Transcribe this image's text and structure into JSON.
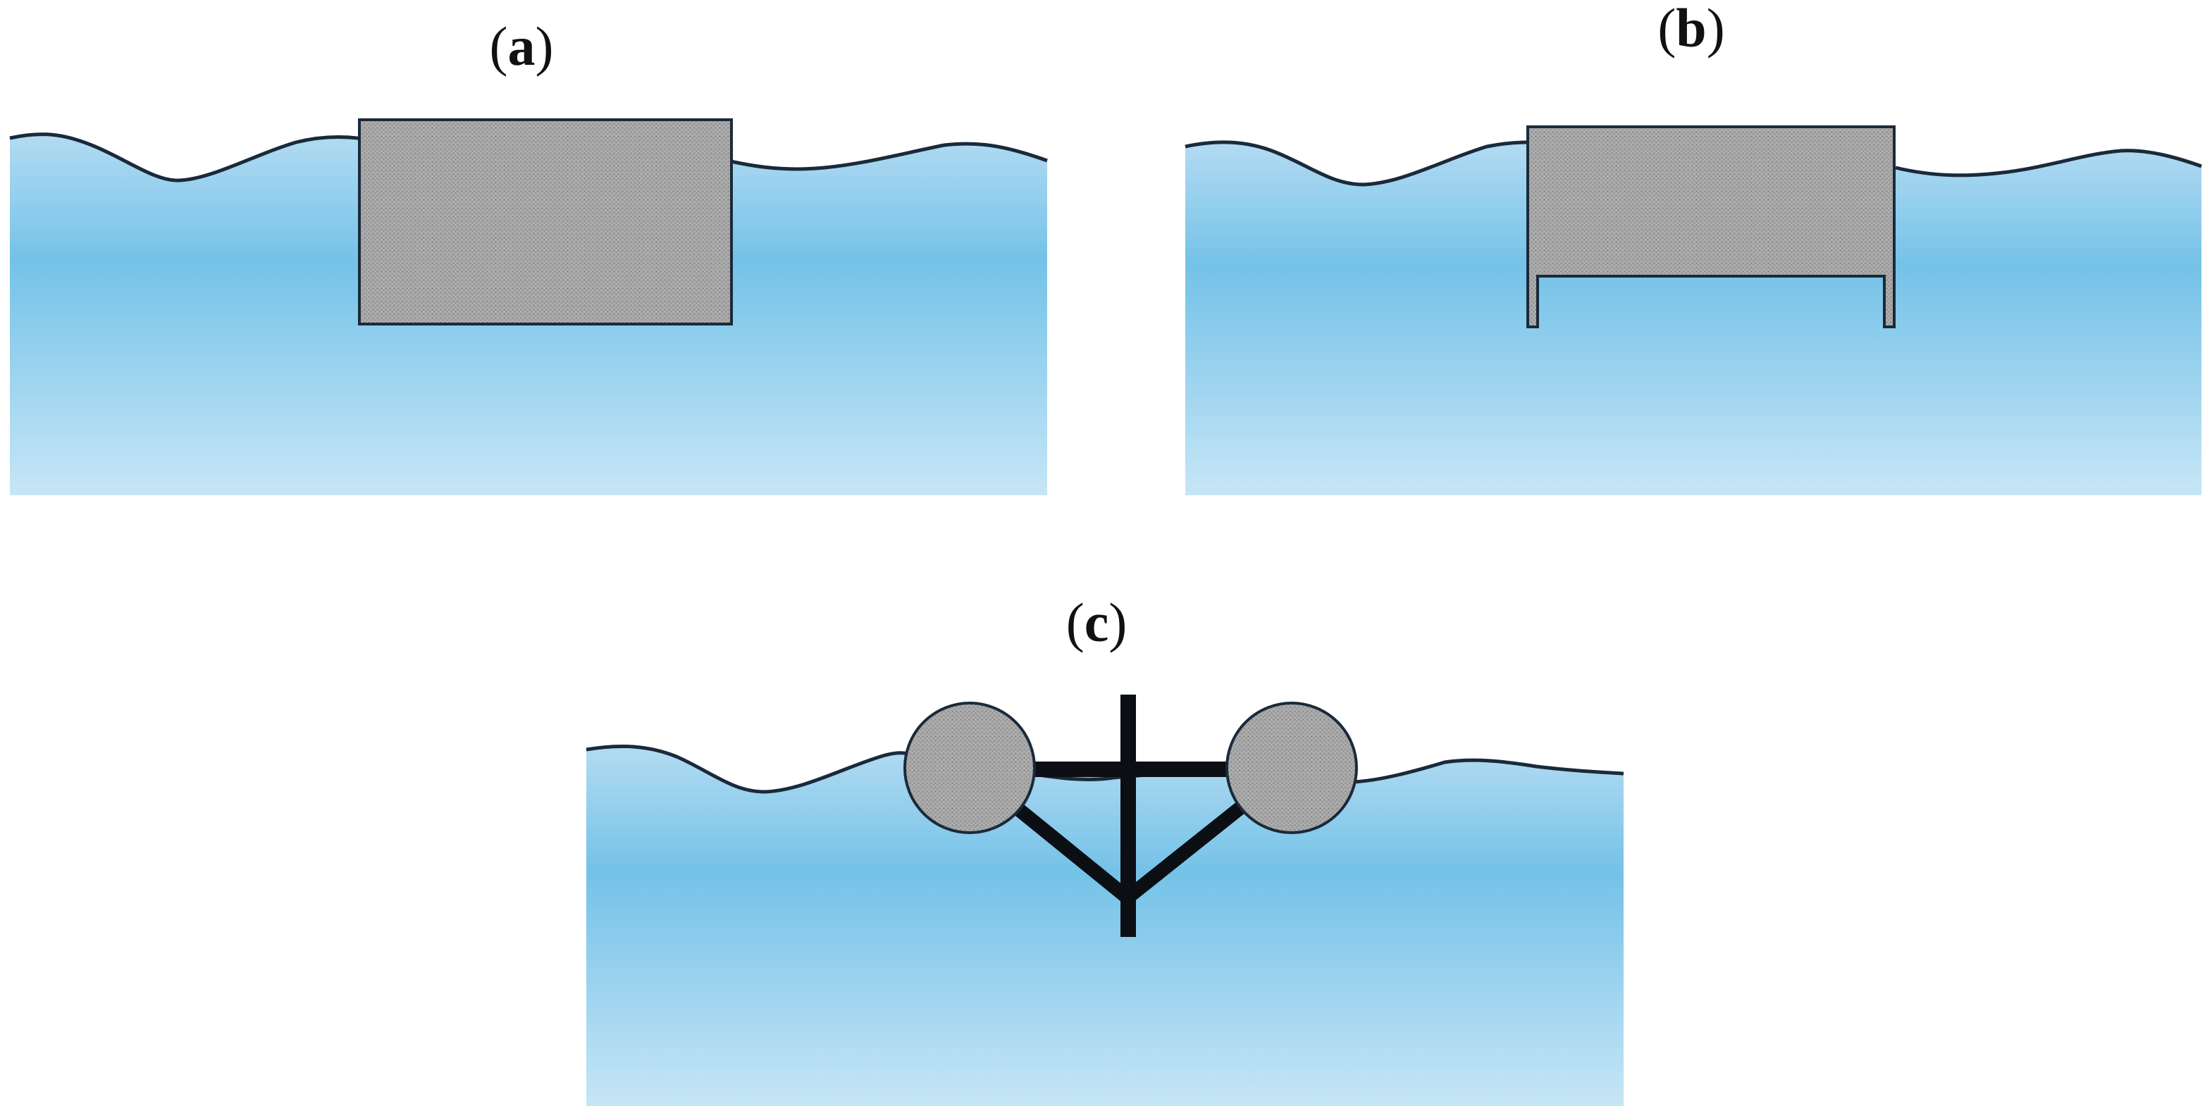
{
  "panels": {
    "a": {
      "label": "(a)",
      "letter": "a"
    },
    "b": {
      "label": "(b)",
      "letter": "b"
    },
    "c": {
      "label": "(c)",
      "letter": "c"
    }
  },
  "colors": {
    "water_top": "#b3dbf2",
    "water_mid": "#74c2e8",
    "water_bottom": "#c6e6f6",
    "body_fill": "#a8a8a8",
    "outline": "#1a2a3a",
    "frame": "#0b0f14"
  }
}
